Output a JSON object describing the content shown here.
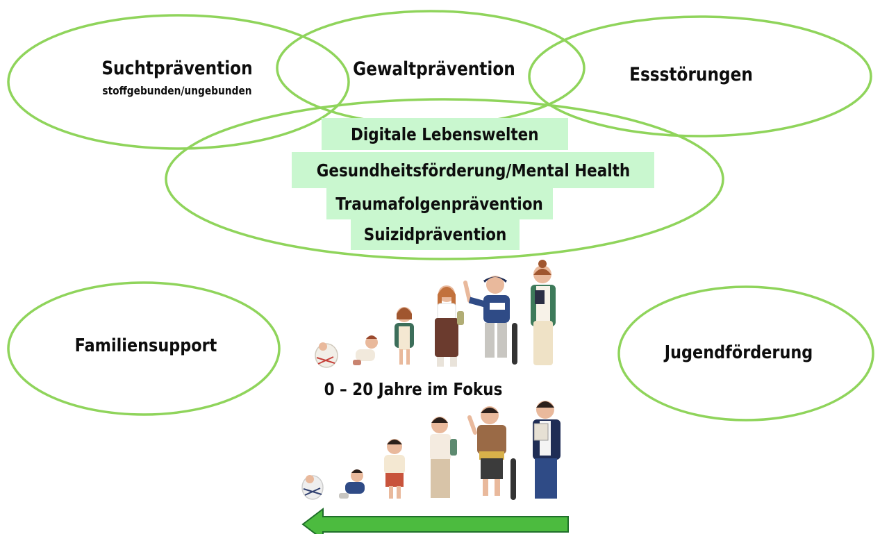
{
  "colors": {
    "ellipse_stroke": "#8fd45b",
    "highlight": "#c9f7cf",
    "arrow_fill": "#4cbb3f",
    "arrow_stroke": "#1f6f2a",
    "text": "#0d0d0d"
  },
  "ellipses": {
    "sucht": {
      "title": "Suchtprävention",
      "subtitle": "stoffgebunden/ungebunden"
    },
    "gewalt": {
      "title": "Gewaltprävention"
    },
    "ess": {
      "title": "Essstörungen"
    },
    "familie": {
      "title": "Familiensupport"
    },
    "jugend": {
      "title": "Jugendförderung"
    }
  },
  "central_topics": [
    "Digitale Lebenswelten",
    "Gesundheitsförderung/Mental Health",
    "Traumafolgenprävention",
    "Suizidprävention"
  ],
  "focus_label": "0 – 20 Jahre im Fokus",
  "illustrations": {
    "top_row": "girl-growth-stages-icon",
    "bottom_row": "boy-growth-stages-icon",
    "arrow": "left-arrow-icon"
  }
}
